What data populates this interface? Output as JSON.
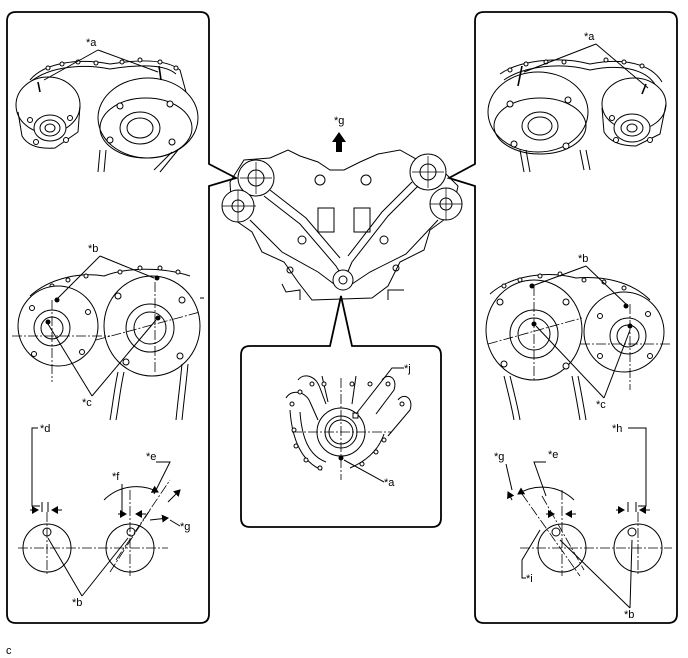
{
  "labels": {
    "a": "*a",
    "b": "*b",
    "c": "*c",
    "d": "*d",
    "e": "*e",
    "f": "*f",
    "g": "*g",
    "h": "*h",
    "i": "*i",
    "j": "*j"
  },
  "corner_code": "c",
  "icons": {
    "front_arrow": "up-arrow-icon"
  }
}
